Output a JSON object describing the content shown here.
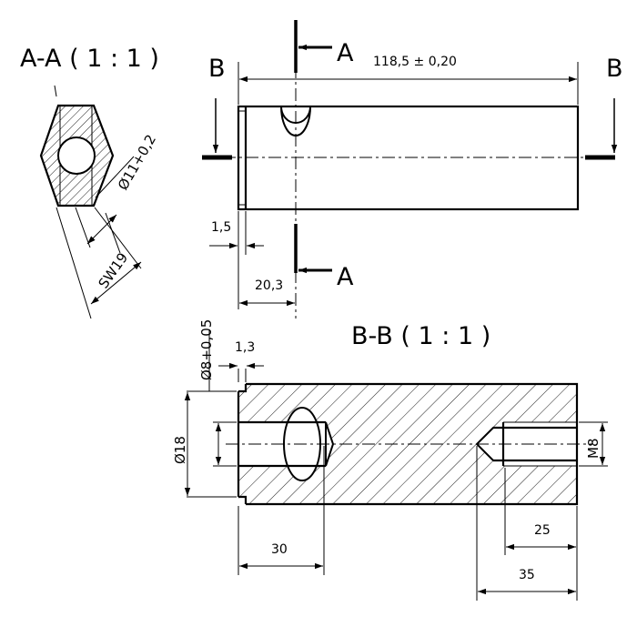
{
  "section_aa": {
    "title": "A-A ( 1 : 1 )",
    "dim_bore": "Ø11+0,2",
    "dim_sw": "SW19"
  },
  "side_view": {
    "cut_a_top": "A",
    "cut_a_bottom": "A",
    "cut_b_left": "B",
    "cut_b_right": "B",
    "dim_length": "118,5 ± 0,20",
    "dim_groove": "1,5",
    "dim_hole_pos": "20,3"
  },
  "section_bb": {
    "title": "B-B ( 1 : 1 )",
    "dim_shaft": "Ø8+0,05",
    "dim_groove": "1,3",
    "dim_dia": "Ø18",
    "dim_bore_depth": "30",
    "dim_thread": "M8",
    "dim_thread_len": "25",
    "dim_drill_depth": "35"
  }
}
